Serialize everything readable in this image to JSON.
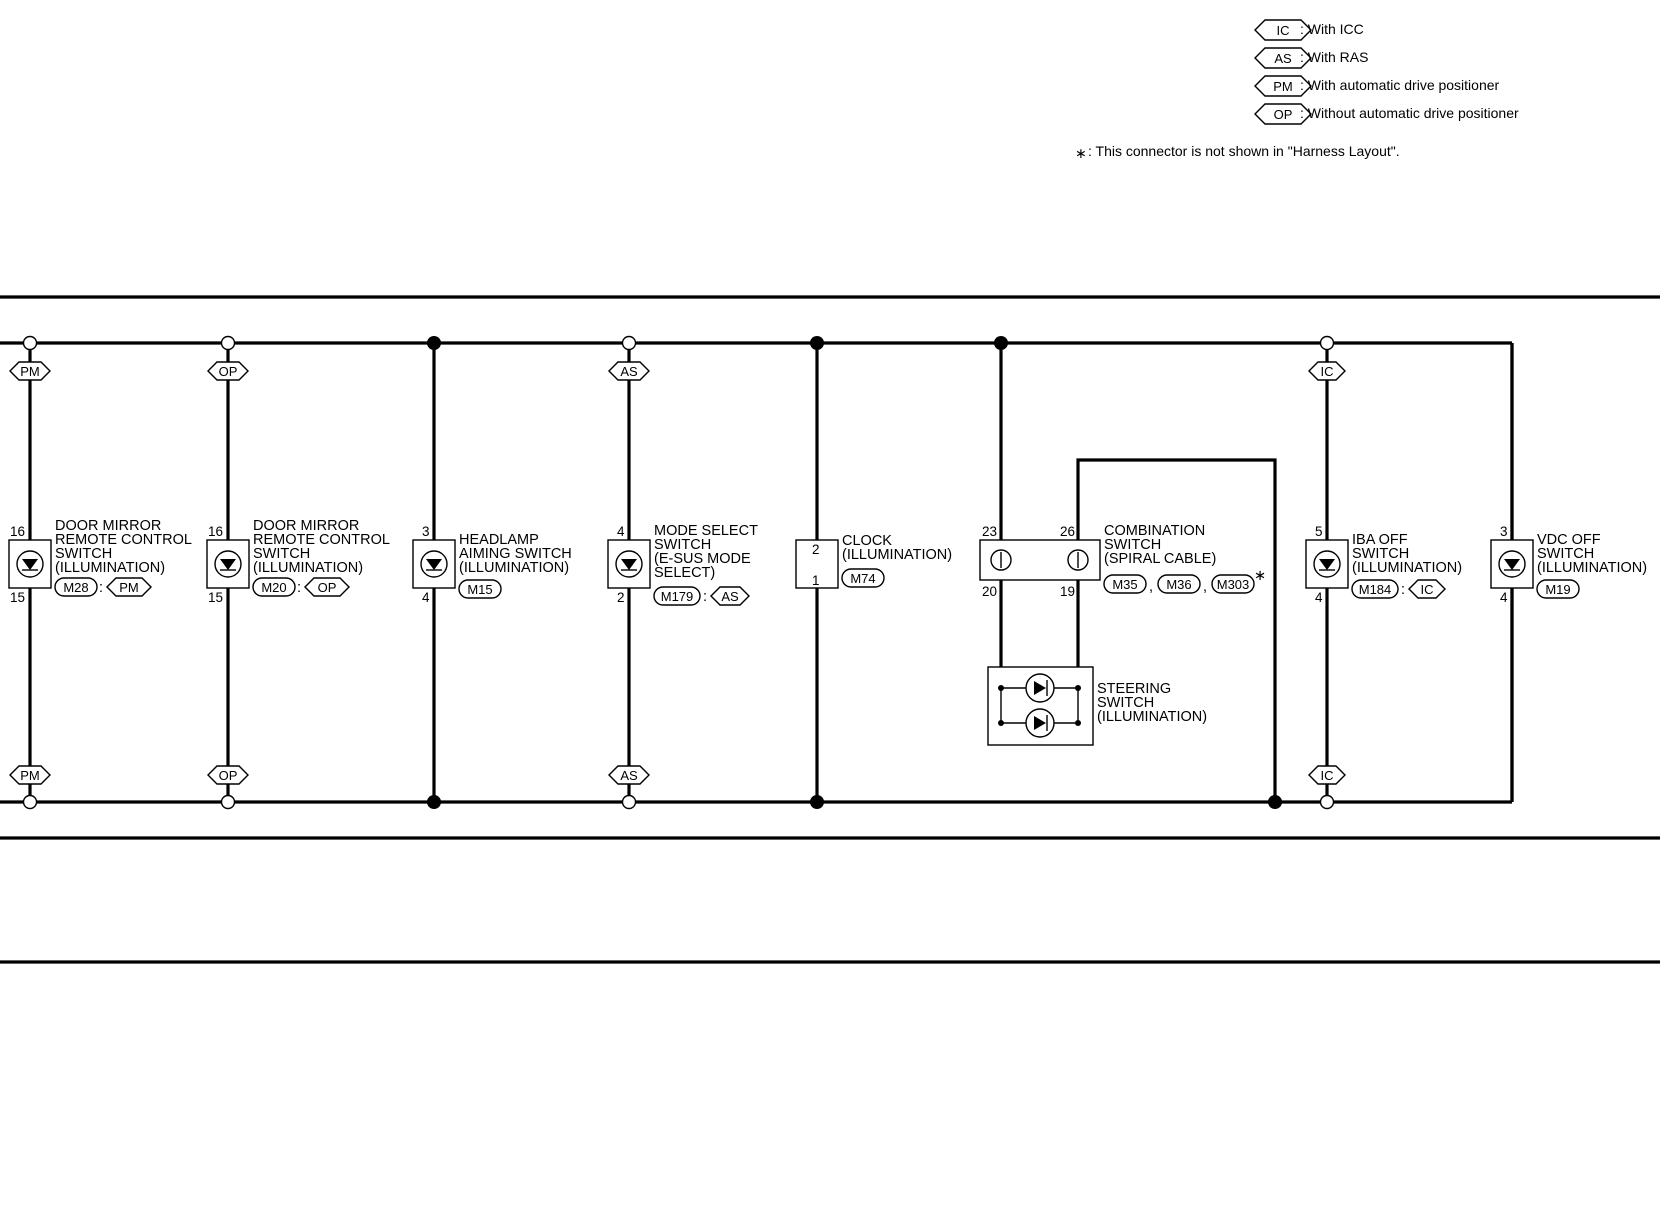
{
  "legend": {
    "items": [
      {
        "code": "IC",
        "text": ": With ICC"
      },
      {
        "code": "AS",
        "text": ": With RAS"
      },
      {
        "code": "PM",
        "text": ": With automatic drive positioner"
      },
      {
        "code": "OP",
        "text": ": Without automatic drive positioner"
      }
    ],
    "note_symbol": "∗",
    "note": ": This connector is not shown in \"Harness Layout\"."
  },
  "components": [
    {
      "id": "door-mirror-pm",
      "label": [
        "DOOR MIRROR",
        "REMOTE CONTROL",
        "SWITCH",
        "(ILLUMINATION)"
      ],
      "connector": "M28",
      "option": "PM",
      "pin_top": "16",
      "pin_bottom": "15"
    },
    {
      "id": "door-mirror-op",
      "label": [
        "DOOR MIRROR",
        "REMOTE CONTROL",
        "SWITCH",
        "(ILLUMINATION)"
      ],
      "connector": "M20",
      "option": "OP",
      "pin_top": "16",
      "pin_bottom": "15"
    },
    {
      "id": "headlamp-aiming",
      "label": [
        "HEADLAMP",
        "AIMING SWITCH",
        "(ILLUMINATION)"
      ],
      "connector": "M15",
      "option": "",
      "pin_top": "3",
      "pin_bottom": "4"
    },
    {
      "id": "mode-select",
      "label": [
        "MODE SELECT",
        "SWITCH",
        "(E-SUS MODE",
        " SELECT)"
      ],
      "connector": "M179",
      "option": "AS",
      "pin_top": "4",
      "pin_bottom": "2"
    },
    {
      "id": "clock",
      "label": [
        "CLOCK",
        "(ILLUMINATION)"
      ],
      "connector": "M74",
      "option": "",
      "pin_top": "2",
      "pin_bottom": "1"
    },
    {
      "id": "iba-off",
      "label": [
        "IBA OFF",
        "SWITCH",
        "(ILLUMINATION)"
      ],
      "connector": "M184",
      "option": "IC",
      "pin_top": "5",
      "pin_bottom": "4"
    },
    {
      "id": "vdc-off",
      "label": [
        "VDC OFF",
        "SWITCH",
        "(ILLUMINATION)"
      ],
      "connector": "M19",
      "option": "",
      "pin_top": "3",
      "pin_bottom": "4"
    }
  ],
  "combination_switch": {
    "label": [
      "COMBINATION",
      "SWITCH",
      "(SPIRAL CABLE)"
    ],
    "connectors": [
      "M35",
      "M36",
      "M303"
    ],
    "separator": ",",
    "asterisk": "∗",
    "pins": {
      "top_left": "23",
      "top_right": "26",
      "bottom_left": "20",
      "bottom_right": "19"
    }
  },
  "steering_switch": {
    "label": [
      "STEERING",
      "SWITCH",
      "(ILLUMINATION)"
    ]
  },
  "option_tags": {
    "door_mirror_pm": "PM",
    "door_mirror_op": "OP",
    "mode_select": "AS",
    "iba_off": "IC"
  }
}
